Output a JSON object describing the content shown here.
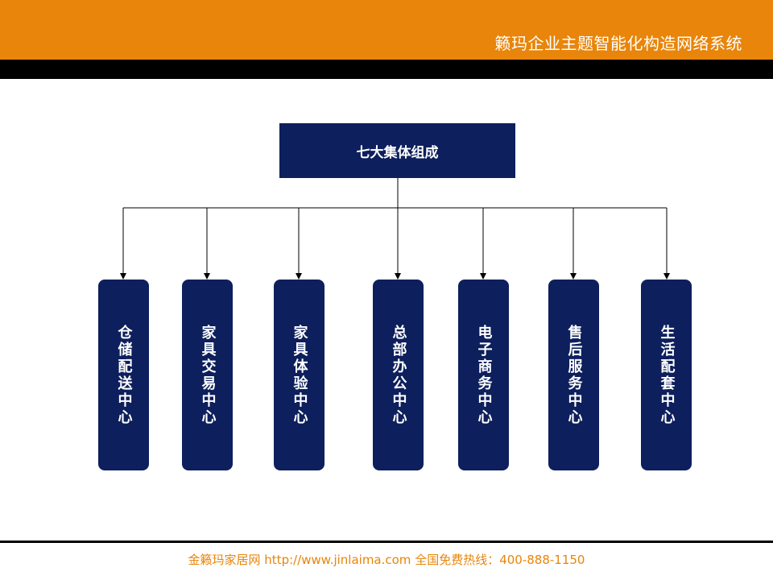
{
  "header": {
    "title": "籁玛企业主题智能化构造网络系统"
  },
  "org_chart": {
    "root": "七大集体组成",
    "children": [
      {
        "label": "仓储配送中心"
      },
      {
        "label": "家具交易中心"
      },
      {
        "label": "家具体验中心"
      },
      {
        "label": "总部办公中心"
      },
      {
        "label": "电子商务中心"
      },
      {
        "label": "售后服务中心"
      },
      {
        "label": "生活配套中心"
      }
    ]
  },
  "footer": {
    "text": "金籁玛家居网 http://www.jinlaima.com  全国免费热线：400-888-1150"
  },
  "colors": {
    "accent": "#e8850a",
    "box": "#0d1f5c",
    "band": "#000000"
  }
}
